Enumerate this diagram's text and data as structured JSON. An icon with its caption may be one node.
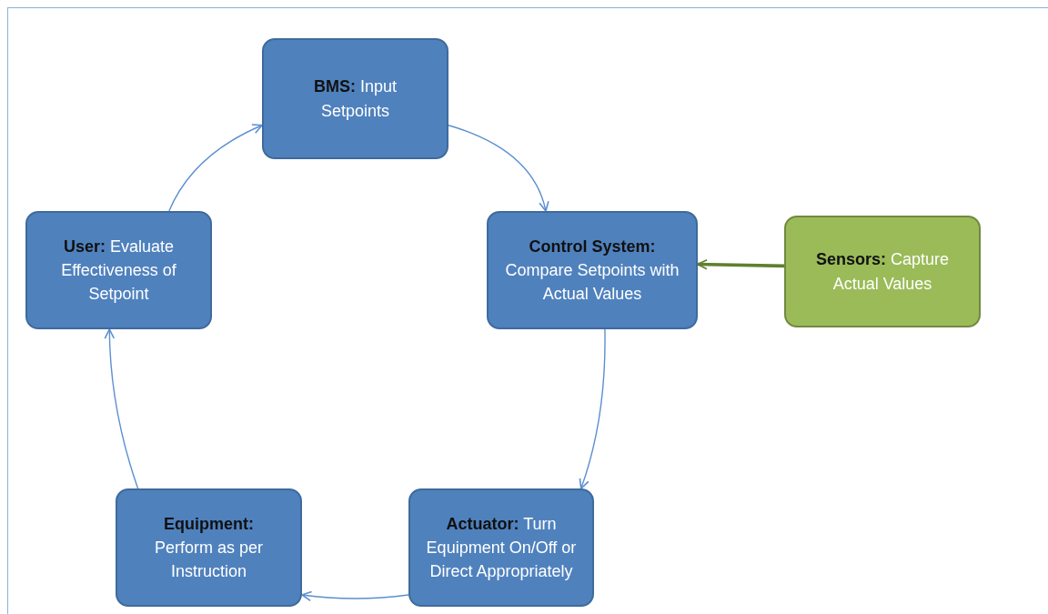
{
  "diagram": {
    "nodes": [
      {
        "text": [
          "**BMS:** Input Setpoints"
        ]
      },
      {
        "text": [
          "**Control System:** Compare Setpoints with Actual Values"
        ]
      },
      {
        "text": [
          "**Sensors:** Capture Actual Values"
        ]
      },
      {
        "text": [
          "**Actuator:** Turn Equipment On/Off or Direct Appropriately"
        ]
      },
      {
        "text": [
          "**Equipment:** Perform as per Instruction"
        ]
      },
      {
        "text": [
          "**User:** Evaluate Effectiveness of Setpoint"
        ]
      }
    ],
    "edges": [
      {
        "from": 0,
        "to": 1,
        "arrow": "to"
      },
      {
        "from": 2,
        "to": 1,
        "arrow": "to",
        "style": "thick",
        "color": "#5f7f2f"
      },
      {
        "from": 1,
        "to": 3,
        "arrow": "to"
      },
      {
        "from": 3,
        "to": 4,
        "arrow": "to"
      },
      {
        "from": 4,
        "to": 5,
        "arrow": "to"
      },
      {
        "from": 5,
        "to": 0,
        "arrow": "to"
      }
    ]
  }
}
